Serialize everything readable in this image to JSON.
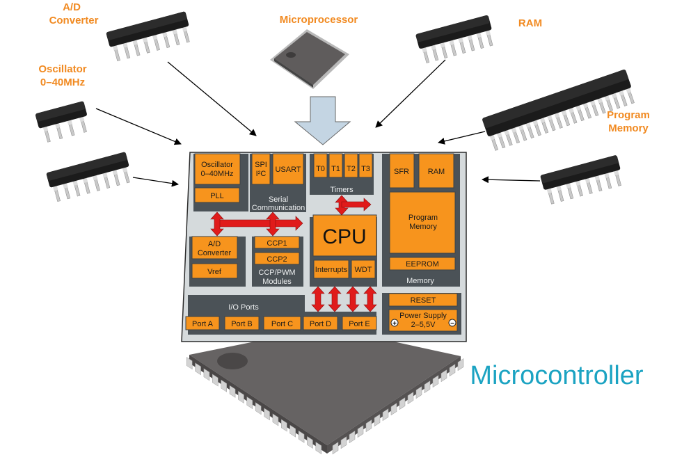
{
  "labels": {
    "ad_converter": [
      "A/D",
      "Converter"
    ],
    "microprocessor": "Microprocessor",
    "ram": "RAM",
    "oscillator": [
      "Oscillator",
      "0–40MHz"
    ],
    "program_memory": [
      "Program",
      "Memory"
    ],
    "microcontroller": "Microcontroller"
  },
  "board": {
    "oscillator": [
      "Oscillator",
      "0–40MHz"
    ],
    "pll": "PLL",
    "spi": "SPI",
    "i2c": "I²C",
    "usart": "USART",
    "serial_comm": [
      "Serial",
      "Communication"
    ],
    "timers": [
      "T0",
      "T1",
      "T2",
      "T3"
    ],
    "timers_label": "Timers",
    "sfr": "SFR",
    "ram": "RAM",
    "program_memory": [
      "Program",
      "Memory"
    ],
    "eeprom": "EEPROM",
    "memory_label": "Memory",
    "ad_converter": [
      "A/D",
      "Converter"
    ],
    "vref": "Vref",
    "ccp1": "CCP1",
    "ccp2": "CCP2",
    "ccp_label": [
      "CCP/PWM",
      "Modules"
    ],
    "cpu": "CPU",
    "interrupts": "Interrupts",
    "wdt": "WDT",
    "io_ports_label": "I/O Ports",
    "ports": [
      "Port A",
      "Port B",
      "Port C",
      "Port D",
      "Port E"
    ],
    "reset": "RESET",
    "power_supply": [
      "Power Supply",
      "2–5,5V"
    ],
    "plus": "+",
    "minus": "−"
  },
  "colors": {
    "block": "#f7941d",
    "panel": "#4b5257",
    "board": "#d5dadc",
    "bus_arrow": "#e01b1b",
    "label": "#f18a21",
    "title": "#1ba3c2",
    "down_arrow": "#c4d5e3"
  }
}
